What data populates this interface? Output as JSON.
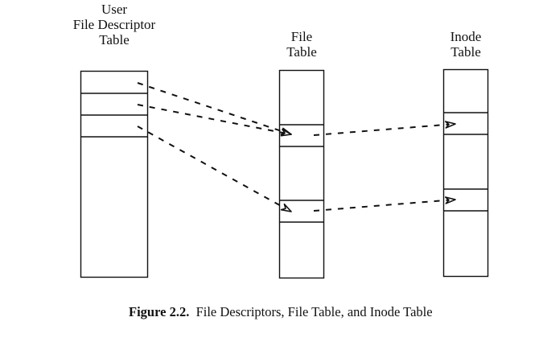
{
  "figure": {
    "caption_number": "Figure 2.2.",
    "caption_text": "File Descriptors, File Table, and Inode Table"
  },
  "tables": [
    {
      "id": "user-fd-table",
      "title_lines": [
        "User",
        "File Descriptor",
        "Table"
      ],
      "entries": 3
    },
    {
      "id": "file-table",
      "title_lines": [
        "File",
        "Table"
      ],
      "entries": 2
    },
    {
      "id": "inode-table",
      "title_lines": [
        "Inode",
        "Table"
      ],
      "entries": 2
    }
  ],
  "links": [
    {
      "from": "user-fd-table.entry0",
      "to": "file-table.entry0"
    },
    {
      "from": "user-fd-table.entry1",
      "to": "file-table.entry0"
    },
    {
      "from": "user-fd-table.entry2",
      "to": "file-table.entry1"
    },
    {
      "from": "file-table.entry0",
      "to": "inode-table.entry0"
    },
    {
      "from": "file-table.entry1",
      "to": "inode-table.entry1"
    }
  ]
}
